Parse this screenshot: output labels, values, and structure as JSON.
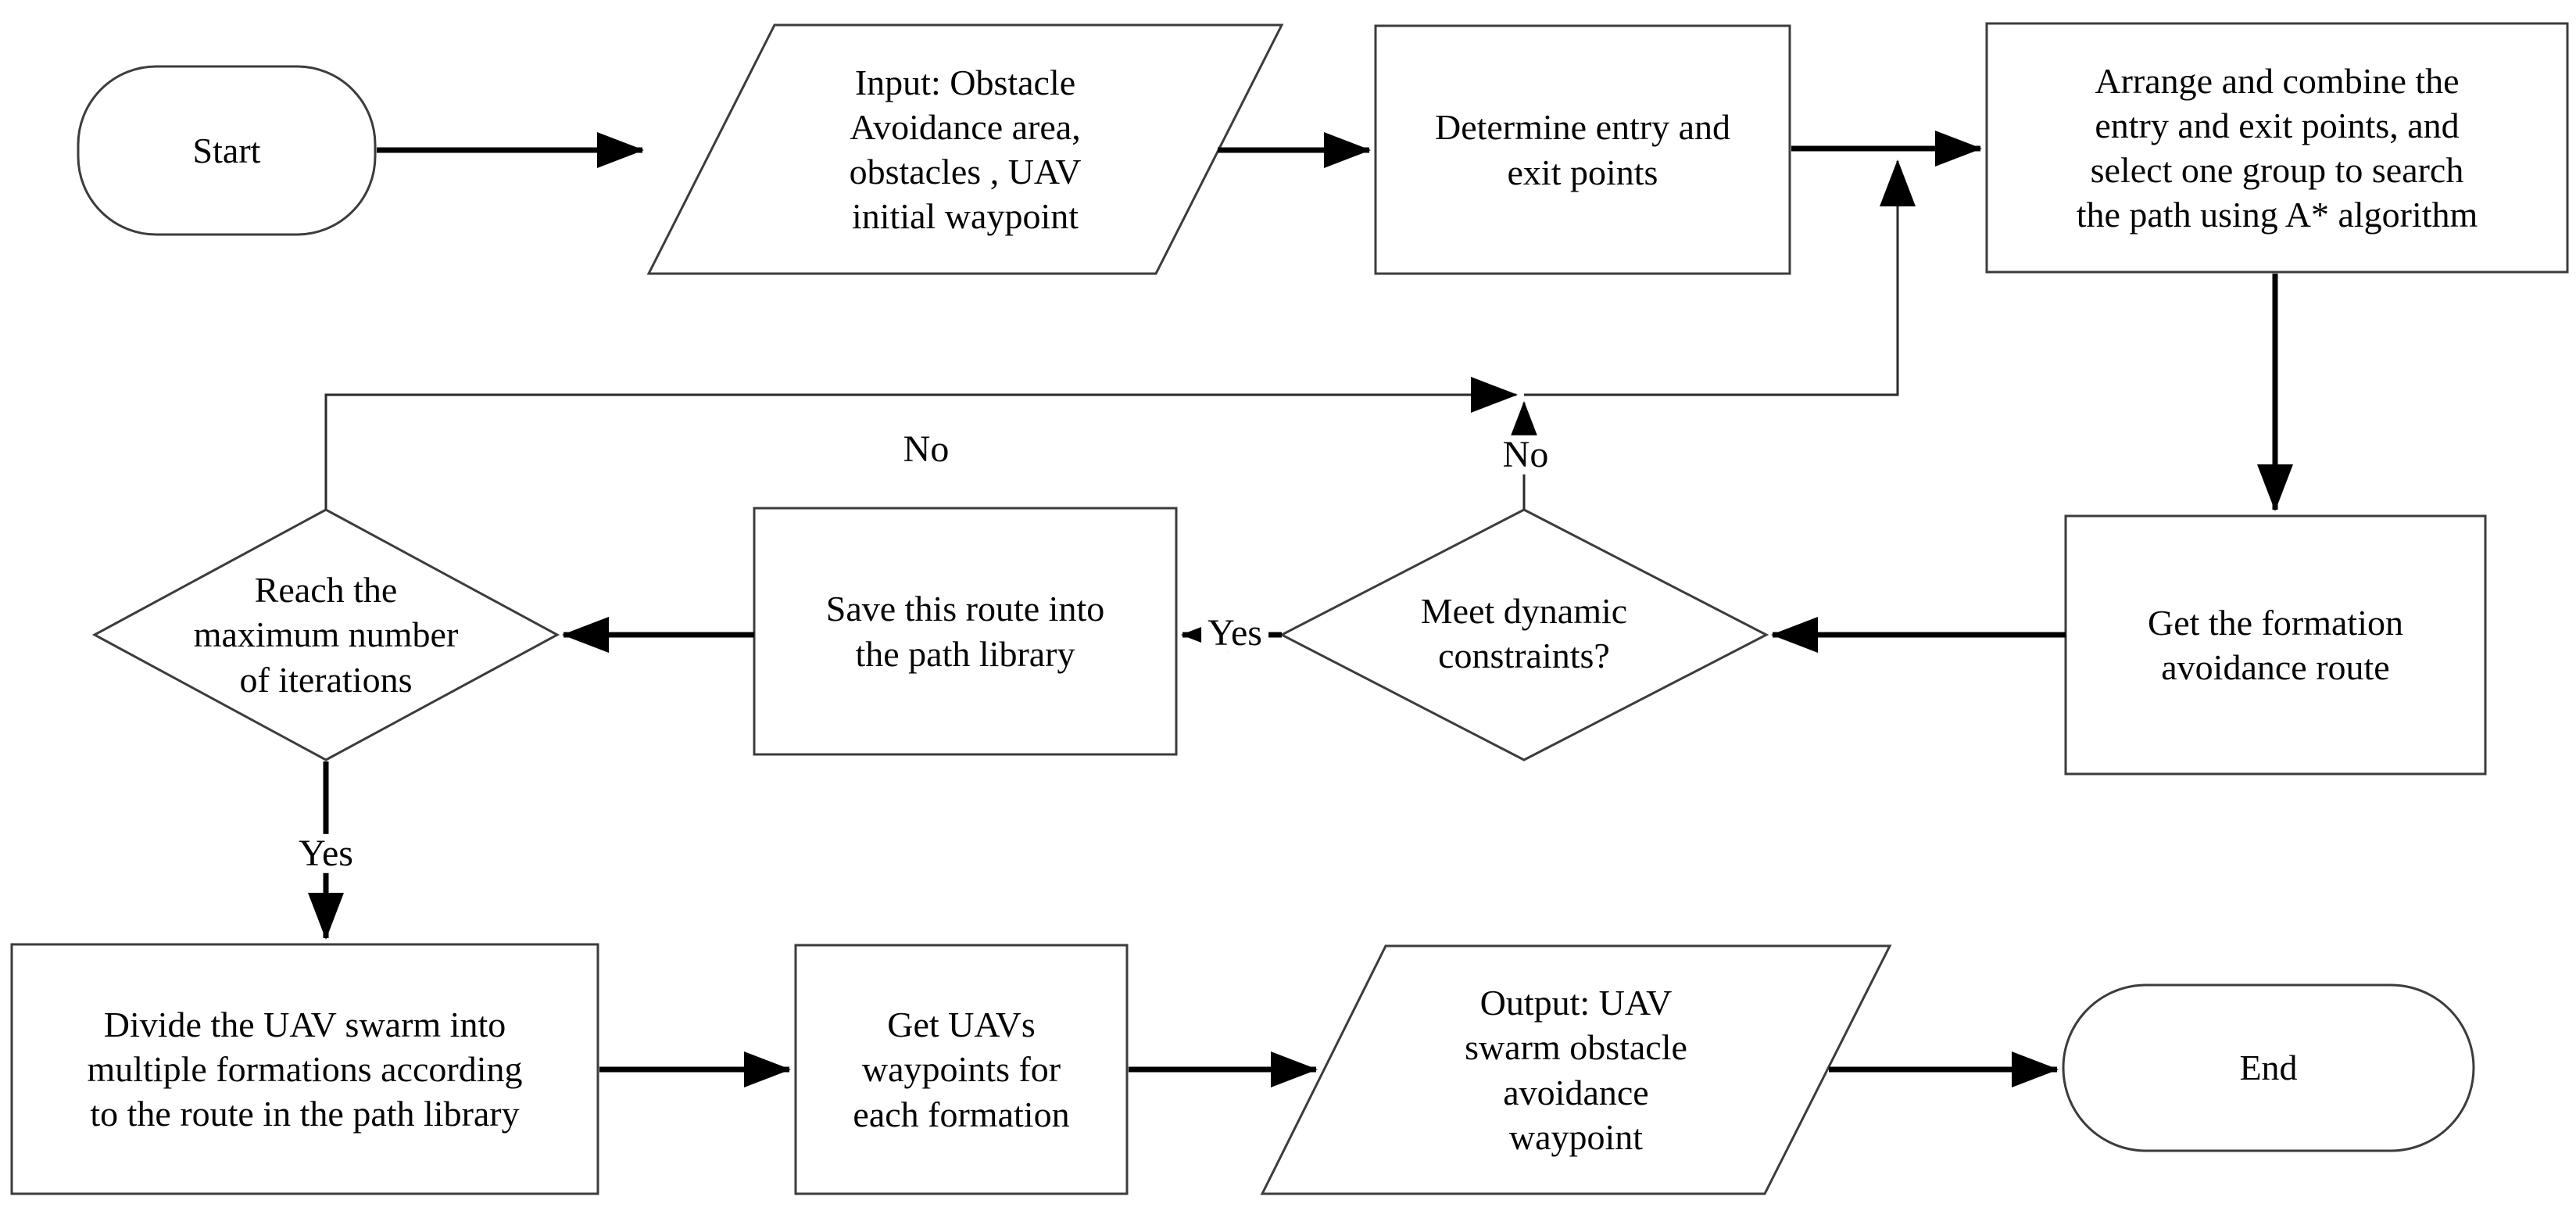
{
  "diagram": {
    "type": "flowchart",
    "colors": {
      "background": "#ffffff",
      "shape_stroke": "#3c3c3c",
      "arrow": "#000000",
      "text": "#050505"
    },
    "nodes": {
      "start": {
        "shape": "terminator",
        "label": [
          "Start"
        ]
      },
      "input": {
        "shape": "parallelogram",
        "label": [
          "Input: Obstacle",
          "Avoidance area,",
          "obstacles , UAV",
          "initial waypoint"
        ]
      },
      "determine": {
        "shape": "process",
        "label": [
          "Determine entry and",
          "exit points"
        ]
      },
      "arrange": {
        "shape": "process",
        "label": [
          "Arrange and combine the",
          "entry and exit points, and",
          "select one group to search",
          "the path using A* algorithm"
        ]
      },
      "get_formation": {
        "shape": "process",
        "label": [
          "Get the formation",
          "avoidance route"
        ]
      },
      "meet": {
        "shape": "decision",
        "label": [
          "Meet dynamic",
          "constraints?"
        ]
      },
      "save": {
        "shape": "process",
        "label": [
          "Save this route into",
          "the path library"
        ]
      },
      "reach": {
        "shape": "decision",
        "label": [
          "Reach the",
          "maximum number",
          "of iterations"
        ]
      },
      "divide": {
        "shape": "process",
        "label": [
          "Divide the UAV swarm into",
          "multiple formations according",
          "to the route in the path library"
        ]
      },
      "get_uavs": {
        "shape": "process",
        "label": [
          "Get UAVs",
          "waypoints for",
          "each formation"
        ]
      },
      "output": {
        "shape": "parallelogram",
        "label": [
          "Output: UAV",
          "swarm obstacle",
          "avoidance",
          "waypoint"
        ]
      },
      "end": {
        "shape": "terminator",
        "label": [
          "End"
        ]
      }
    },
    "edge_labels": {
      "reach_no": "No",
      "meet_no": "No",
      "meet_yes": "Yes",
      "reach_yes": "Yes"
    }
  }
}
